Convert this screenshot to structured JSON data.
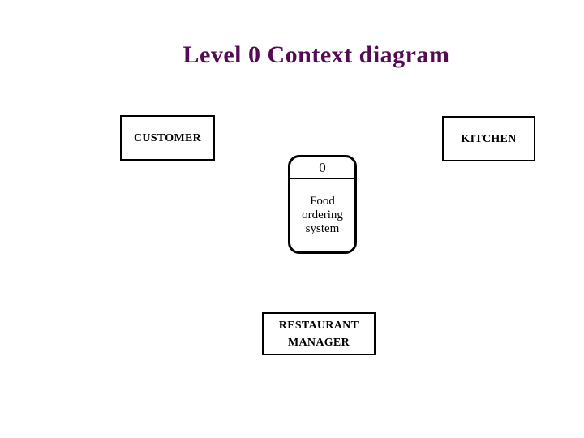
{
  "slide": {
    "title": "Level 0 Context diagram",
    "title_color": "#540a54",
    "background_color": "#ffffff",
    "line_color": "#000000"
  },
  "diagram": {
    "type": "dfd-context",
    "entities": [
      {
        "id": "customer",
        "label": "CUSTOMER"
      },
      {
        "id": "kitchen",
        "label": "KITCHEN"
      },
      {
        "id": "restaurant-manager",
        "label": "RESTAURANT MANAGER",
        "lines": [
          "RESTAURANT",
          "MANAGER"
        ]
      }
    ],
    "process": {
      "number": "0",
      "name": "Food ordering system",
      "name_lines": [
        "Food",
        "ordering",
        "system"
      ]
    }
  }
}
